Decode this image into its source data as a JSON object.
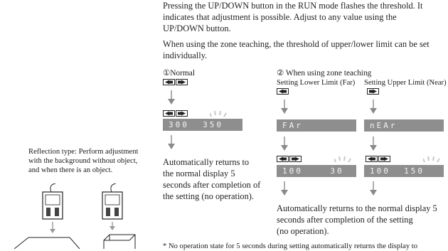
{
  "intro": {
    "line1": "Pressing the UP/DOWN button in the RUN mode flashes the threshold. It",
    "line2": "indicates that adjustment is possible. Adjust to any value using the",
    "line3": "UP/DOWN button."
  },
  "zone_note": {
    "line1": "When using the zone teaching, the threshold of upper/lower limit can be set",
    "line2": "individually."
  },
  "normal": {
    "heading": "①Normal",
    "display": "300  350",
    "note1": "Automatically returns to",
    "note2": "the normal display 5",
    "note3": "seconds after completion of",
    "note4": "the setting (no operation)."
  },
  "zone": {
    "heading": "② When using zone teaching",
    "lower_label": "Setting Lower Limit (Far)",
    "upper_label": "Setting Upper Limit (Near)",
    "lower_display": "FAr",
    "upper_display": "nEAr",
    "lower_value": "100    30",
    "upper_value": "100  150",
    "note1": "Automatically returns to the normal display 5",
    "note2": "seconds after completion of the setting",
    "note3": "(no operation)."
  },
  "reflection": {
    "line1": "Reflection type: Perform adjustment",
    "line2": "with the background without object,",
    "line3": "and when there is an object."
  },
  "footnote": "* No operation state for 5 seconds during setting automatically returns the display to",
  "colors": {
    "lcd_bg": "#8e8e8e",
    "lcd_text": "#f4f4f4",
    "arrow": "#8a8a8a",
    "flash": "#c8c8c8"
  }
}
